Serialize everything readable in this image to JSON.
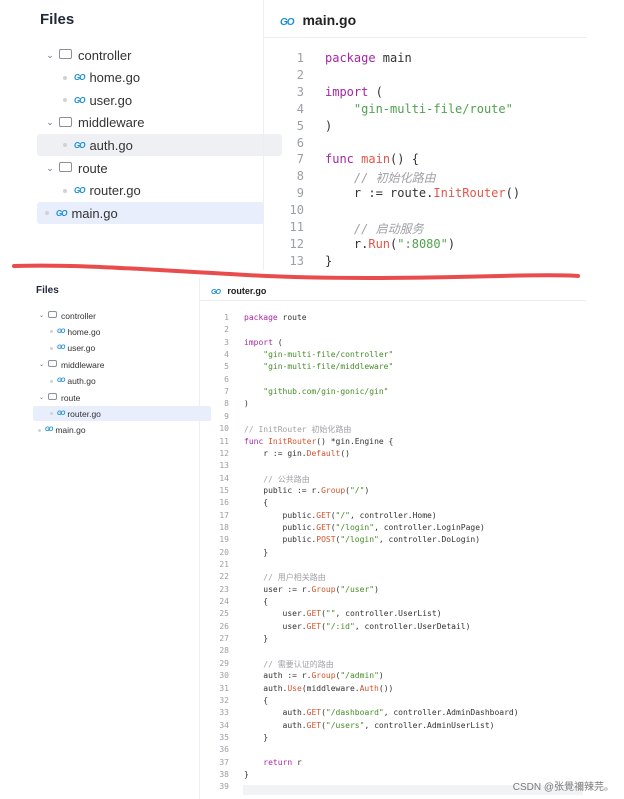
{
  "top": {
    "files_title": "Files",
    "tree": [
      {
        "type": "folder",
        "label": "controller",
        "depth": 0
      },
      {
        "type": "file",
        "label": "home.go",
        "depth": 1
      },
      {
        "type": "file",
        "label": "user.go",
        "depth": 1
      },
      {
        "type": "folder",
        "label": "middleware",
        "depth": 0
      },
      {
        "type": "file",
        "label": "auth.go",
        "depth": 1
      },
      {
        "type": "folder",
        "label": "route",
        "depth": 0
      },
      {
        "type": "file",
        "label": "router.go",
        "depth": 1
      },
      {
        "type": "file",
        "label": "main.go",
        "depth": 0
      }
    ],
    "tab_icon_text": "GO",
    "tab_label": "main.go",
    "code": [
      "package main",
      "",
      "import (",
      "    \"gin-multi-file/route\"",
      ")",
      "",
      "func main() {",
      "    // 初始化路由",
      "    r := route.InitRouter()",
      "",
      "    // 启动服务",
      "    r.Run(\":8080\")",
      "}"
    ]
  },
  "bottom": {
    "files_title": "Files",
    "tree": [
      {
        "type": "folder",
        "label": "controller",
        "depth": 0
      },
      {
        "type": "file",
        "label": "home.go",
        "depth": 1
      },
      {
        "type": "file",
        "label": "user.go",
        "depth": 1
      },
      {
        "type": "folder",
        "label": "middleware",
        "depth": 0
      },
      {
        "type": "file",
        "label": "auth.go",
        "depth": 1
      },
      {
        "type": "folder",
        "label": "route",
        "depth": 0
      },
      {
        "type": "file",
        "label": "router.go",
        "depth": 1
      },
      {
        "type": "file",
        "label": "main.go",
        "depth": 0
      }
    ],
    "tab_icon_text": "GO",
    "tab_label": "router.go",
    "code": [
      "package route",
      "",
      "import (",
      "    \"gin-multi-file/controller\"",
      "    \"gin-multi-file/middleware\"",
      "",
      "    \"github.com/gin-gonic/gin\"",
      ")",
      "",
      "// InitRouter 初始化路由",
      "func InitRouter() *gin.Engine {",
      "    r := gin.Default()",
      "",
      "    // 公共路由",
      "    public := r.Group(\"/\")",
      "    {",
      "        public.GET(\"/\", controller.Home)",
      "        public.GET(\"/login\", controller.LoginPage)",
      "        public.POST(\"/login\", controller.DoLogin)",
      "    }",
      "",
      "    // 用户相关路由",
      "    user := r.Group(\"/user\")",
      "    {",
      "        user.GET(\"\", controller.UserList)",
      "        user.GET(\"/:id\", controller.UserDetail)",
      "    }",
      "",
      "    // 需要认证的路由",
      "    auth := r.Group(\"/admin\")",
      "    auth.Use(middleware.Auth())",
      "    {",
      "        auth.GET(\"/dashboard\", controller.AdminDashboard)",
      "        auth.GET(\"/users\", controller.AdminUserList)",
      "    }",
      "",
      "    return r",
      "}",
      ""
    ]
  },
  "watermark": "CSDN @张覺禰辣芫。",
  "colors": {
    "divider": "#e84c4c",
    "go_icon": "#1a8fd6",
    "selected_row": "#eef0f3",
    "active_row": "#e8eefb"
  }
}
